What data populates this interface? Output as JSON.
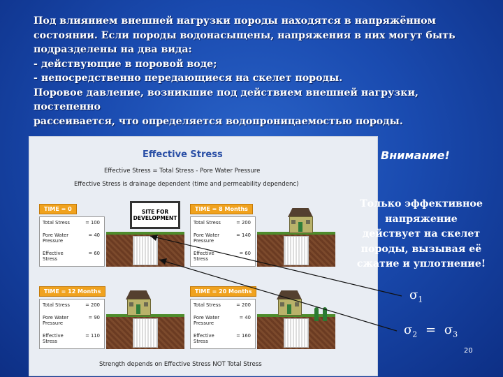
{
  "intro": {
    "line1": "Под влиянием внешней нагрузки породы находятся в напряжённом",
    "line2": "состоянии. Если породы водонасыщены, напряжения в них  могут быть",
    "line3": "подразделены на два вида:",
    "line4": "- действующие в поровой воде;",
    "line5": "- непосредственно передающиеся на скелет породы.",
    "line6": "Поровое давление, возникшие под действием внешней нагрузки, постепенно",
    "line7": "рассеивается, что определяется водопроницаемостью породы."
  },
  "figure": {
    "title": "Effective Stress",
    "equation": "Effective Stress = Total Stress - Pore Water Pressure",
    "subtitle": "Effective Stress is drainage dependent (time and permeability dependenc)",
    "sign": "SITE FOR DEVELOPMENT",
    "bottom_note": "Strength depends on Effective Stress NOT Total Stress",
    "labels": {
      "total": "Total Stress",
      "pore": "Pore Water Pressure",
      "eff": "Effective Stress"
    },
    "panels": [
      {
        "time": "TIME = 0",
        "total": "= 100",
        "pore": "= 40",
        "eff": "= 60"
      },
      {
        "time": "TIME = 8 Months",
        "total": "= 200",
        "pore": "= 140",
        "eff": "= 60"
      },
      {
        "time": "TIME = 12 Months",
        "total": "= 200",
        "pore": "= 90",
        "eff": "= 110"
      },
      {
        "time": "TIME = 20 Months",
        "total": "= 200",
        "pore": "= 40",
        "eff": "= 160"
      }
    ]
  },
  "side": {
    "attention": "Внимание!",
    "line1": "Только эффективное",
    "line2": "напряжение",
    "line3": "действует на скелет",
    "line4": "породы, вызывая её",
    "line5": "сжатие и уплотнение!",
    "sigma": "σ",
    "sub1": "1",
    "sub2": "2",
    "sub3": "3",
    "equals": "=",
    "page_number": "20"
  }
}
